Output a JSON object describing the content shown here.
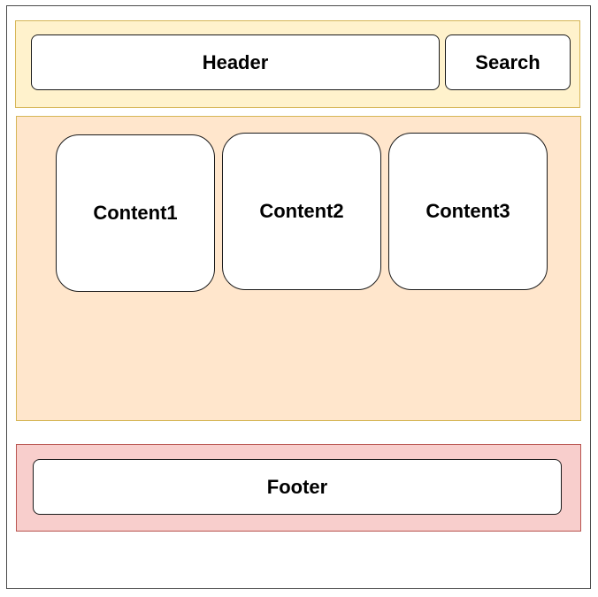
{
  "header": {
    "label": "Header",
    "search_label": "Search"
  },
  "content": {
    "items": [
      {
        "label": "Content1"
      },
      {
        "label": "Content2"
      },
      {
        "label": "Content3"
      }
    ]
  },
  "footer": {
    "label": "Footer"
  },
  "colors": {
    "header_zone_fill": "#fff2cc",
    "header_zone_stroke": "#d6b656",
    "content_zone_fill": "#ffe6cc",
    "footer_zone_fill": "#f8cecc",
    "footer_zone_stroke": "#b85450",
    "box_fill": "#ffffff",
    "box_stroke": "#1a1a1a"
  }
}
